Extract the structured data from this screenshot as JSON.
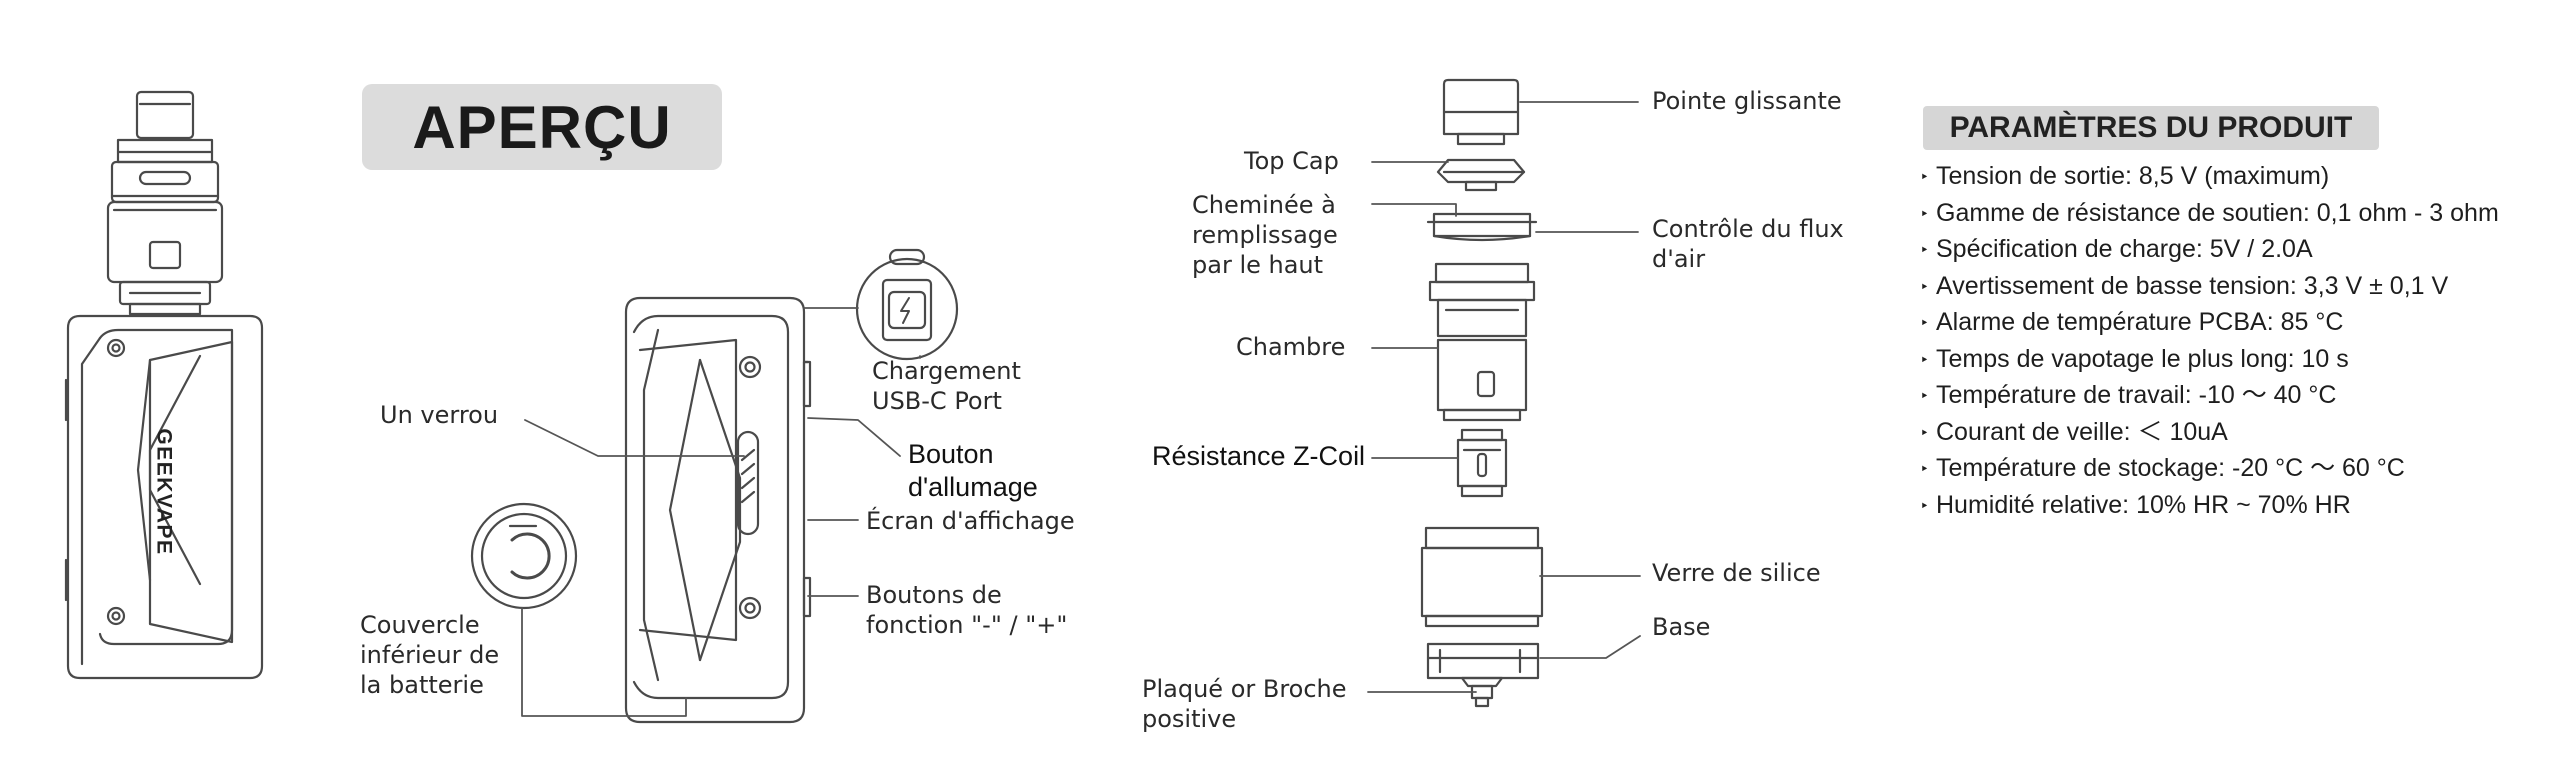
{
  "overview": {
    "title": "APERÇU"
  },
  "device": {
    "brand": "GEEKVAPE"
  },
  "mod_labels": {
    "lock": "Un verrou",
    "charging_line1": "Chargement",
    "charging_line2": "USB-C Port",
    "power_button_line1": "Bouton",
    "power_button_line2": "d'allumage",
    "display": "Écran d'affichage",
    "function_buttons_line1": "Boutons de",
    "function_buttons_line2": "fonction \"-\" / \"+\"",
    "battery_cover_line1": "Couvercle",
    "battery_cover_line2": "inférieur de",
    "battery_cover_line3": "la batterie"
  },
  "tank_labels": {
    "drip_tip": "Pointe glissante",
    "top_cap": "Top Cap",
    "top_fill_line1": "Cheminée à",
    "top_fill_line2": "remplissage",
    "top_fill_line3": "par le haut",
    "airflow_line1": "Contrôle du flux",
    "airflow_line2": "d'air",
    "chamber": "Chambre",
    "coil": "Résistance Z-Coil",
    "glass": "Verre de silice",
    "base": "Base",
    "pin_line1": "Plaqué or Broche",
    "pin_line2": "positive"
  },
  "params": {
    "title": "PARAMÈTRES DU PRODUIT",
    "bullet": "‣",
    "items": [
      "Tension de sortie: 8,5 V (maximum)",
      "Gamme de résistance de soutien: 0,1 ohm - 3 ohm",
      "Spécification de charge: 5V / 2.0A",
      "Avertissement de basse tension: 3,3 V ± 0,1 V",
      "Alarme de température PCBA: 85 °C",
      "Temps de vapotage le plus long: 10 s",
      "Température de travail: -10 ～ 40 °C",
      "Courant de veille: ＜ 10uA",
      "Température de stockage: -20 °C ～ 60 °C",
      "Humidité relative: 10% HR ~ 70% HR"
    ]
  },
  "colors": {
    "line": "#555555",
    "banner": "#dcdcdc",
    "param_header": "#d6d6d6"
  }
}
